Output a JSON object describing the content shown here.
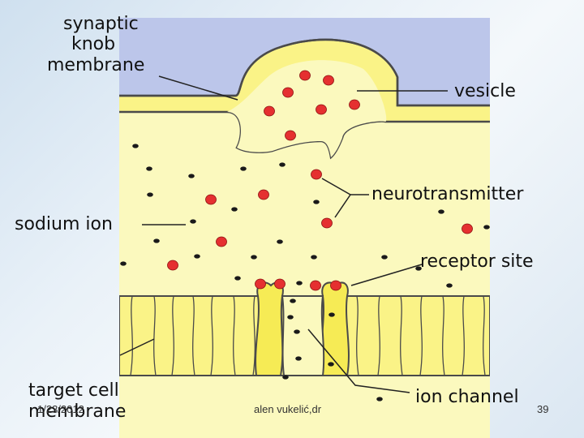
{
  "labels": {
    "synaptic_knob_membrane": [
      "synaptic",
      "knob",
      "membrane"
    ],
    "vesicle": "vesicle",
    "neurotransmitter": "neurotransmitter",
    "sodium_ion": "sodium ion",
    "receptor_site": "receptor site",
    "target_cell_membrane": [
      "target cell",
      "membrane"
    ],
    "ion_channel": "ion channel"
  },
  "footer": {
    "date": "1/23/2012",
    "author": "alen vukelić,dr",
    "page": "39"
  },
  "colors": {
    "panel_background": "#fbf9be",
    "membrane_fill": "#faf387",
    "membrane_outline": "#4a4a4a",
    "neurotransmitter": "#e53030",
    "sodium_ion": "#1a1a1a",
    "vesicle_interior": "#bcc6ea"
  }
}
